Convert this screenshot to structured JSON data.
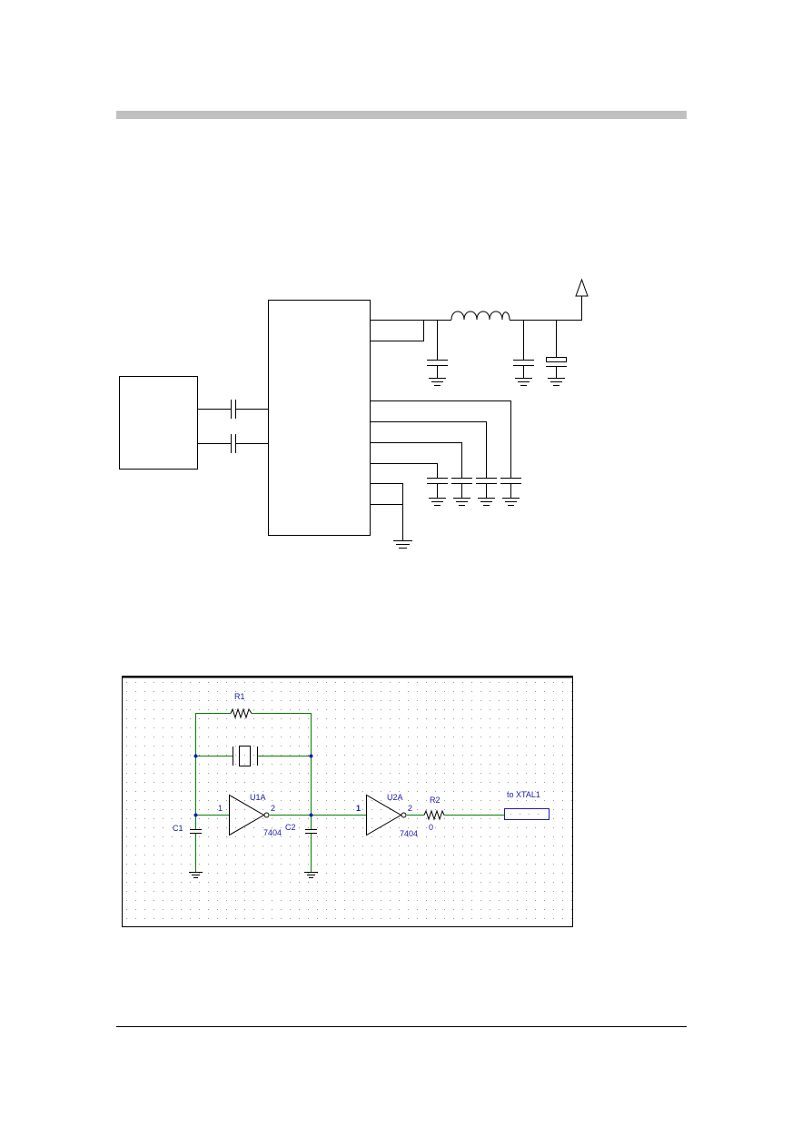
{
  "oscillator": {
    "r1_label": "R1",
    "u1_label": "U1A",
    "u1_part": "7404",
    "u1_pin_in": "1",
    "u1_pin_out": "2",
    "u2_label": "U2A",
    "u2_part": "7404",
    "u2_pin_in": "1",
    "u2_pin_out": "2",
    "r2_label": "R2",
    "r2_value": "0",
    "c1_label": "C1",
    "c2_label": "C2",
    "port_label": "to XTAL1"
  },
  "colors": {
    "wire": "#008000",
    "label": "#1a1ab0",
    "junction": "#1a1ab0",
    "block_wire": "#000000",
    "header_bar": "#c0c0c0"
  }
}
